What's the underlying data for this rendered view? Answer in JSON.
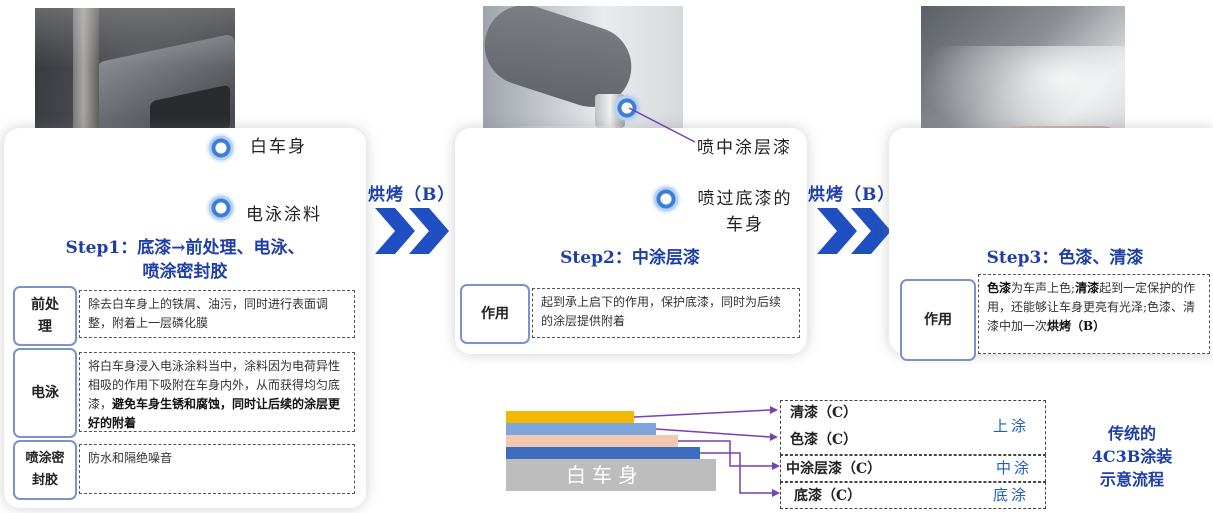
{
  "colors": {
    "title_blue": "#1f3fa8",
    "chevron_blue": "#1f4fc0",
    "yellow": "#f2b705",
    "light_blue": "#7fa6dc",
    "peach": "#f2c9b0",
    "steel_blue": "#3b6cc0",
    "white_body": "#bdbdbd"
  },
  "step1": {
    "title_line1": "Step1：底漆→前处理、电泳、",
    "title_line2": "喷涂密封胶",
    "photo_label_1": "白车身",
    "photo_label_2": "电泳涂料",
    "rows": [
      {
        "label": "前处\n理",
        "desc": "除去白车身上的铁屑、油污，同时进行表面调整，附着上一层磷化膜"
      },
      {
        "label": "电泳",
        "desc_plain": "将白车身浸入电泳涂料当中，涂料因为电荷异性相吸的作用下吸附在车身内外，从而获得均匀底漆，",
        "desc_bold": "避免车身生锈和腐蚀，同时让后续的涂层更好的附着"
      },
      {
        "label": "喷涂密\n封胶",
        "desc": "防水和隔绝噪音"
      }
    ]
  },
  "bake1": "烘烤（B）",
  "bake2": "烘烤（B）",
  "step2": {
    "title": "Step2：中涂层漆",
    "label_a": "喷中涂层漆",
    "label_b": "喷过底漆的\n车身",
    "box_label": "作用",
    "box_desc": "起到承上启下的作用，保护底漆，同时为后续的涂层提供附着"
  },
  "step3": {
    "title": "Step3：色漆、清漆",
    "box_label": "作用",
    "desc_b1": "色漆",
    "desc_t1": "为车声上色;",
    "desc_b2": "清漆",
    "desc_t2": "起到一定保护的作用，还能够让车身更亮有光泽;色漆、清漆中加一次",
    "desc_b3": "烘烤",
    "desc_t3": "（B）"
  },
  "layers": {
    "base_label": "白车身",
    "items": [
      {
        "name": "清漆（C）"
      },
      {
        "name": "色漆（C）"
      },
      {
        "name": "中涂层漆（C）"
      },
      {
        "name": "底漆（C）"
      }
    ],
    "groups": [
      "上涂",
      "中涂",
      "底涂"
    ]
  },
  "note": "传统的\n4C3B涂装\n示意流程"
}
